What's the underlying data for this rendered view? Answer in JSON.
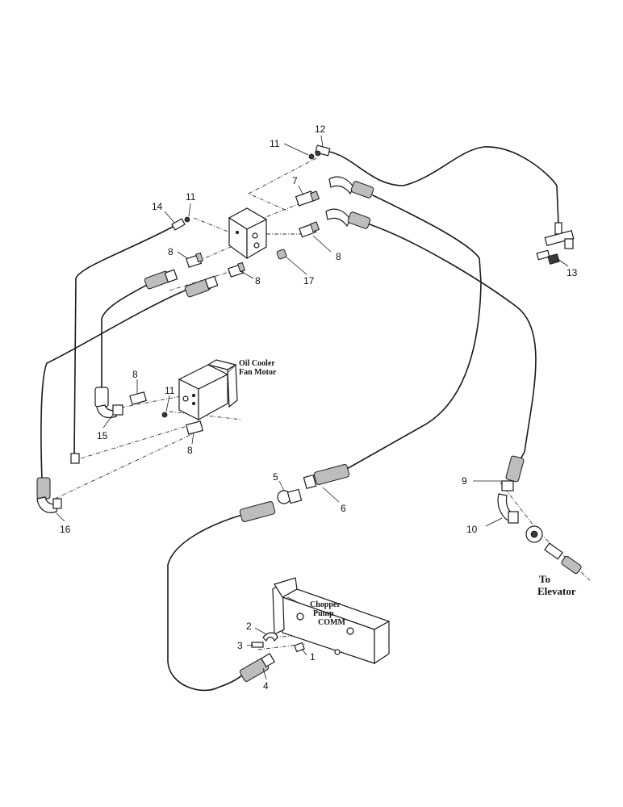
{
  "callouts": {
    "c1": "1",
    "c2": "2",
    "c3": "3",
    "c4": "4",
    "c5": "5",
    "c6": "6",
    "c7": "7",
    "c8a": "8",
    "c8b": "8",
    "c8c": "8",
    "c8d": "8",
    "c8e": "8",
    "c9": "9",
    "c10": "10",
    "c11a": "11",
    "c11b": "11",
    "c11c": "11",
    "c12": "12",
    "c13": "13",
    "c14": "14",
    "c15": "15",
    "c16": "16",
    "c17": "17"
  },
  "labels": {
    "oil_cooler_line1": "Oil Cooler",
    "oil_cooler_line2": "Fan Motor",
    "chopper_line1": "Chopper",
    "chopper_line2": "Pump",
    "chopper_line3": "COMM",
    "to_elevator_line1": "To",
    "to_elevator_line2": "Elevator"
  }
}
